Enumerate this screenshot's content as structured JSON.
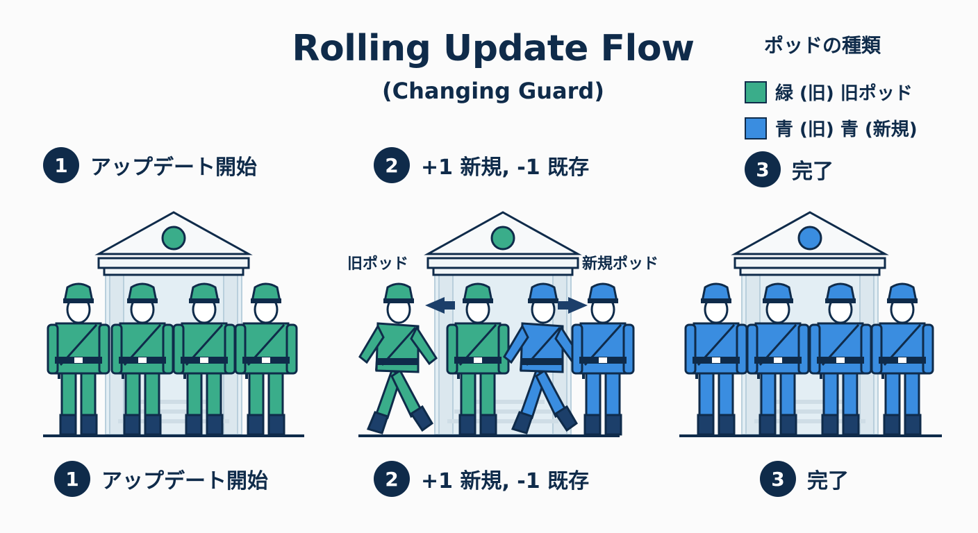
{
  "title": "Rolling Update Flow",
  "subtitle": "(Changing Guard)",
  "legend": {
    "title": "ポッドの種類",
    "items": [
      {
        "label": "緑 (旧) 旧ポッド",
        "color": "#3aad8a"
      },
      {
        "label": "青 (旧) 青 (新規)",
        "color": "#3a8de0"
      }
    ]
  },
  "steps_top": [
    {
      "num": "1",
      "label": "アップデート開始"
    },
    {
      "num": "2",
      "label": "+1 新規, -1 既存"
    },
    {
      "num": "3",
      "label": "完了"
    }
  ],
  "steps_bottom": [
    {
      "num": "1",
      "label": "アップデート開始"
    },
    {
      "num": "2",
      "label": "+1 新規, -1 既存"
    },
    {
      "num": "3",
      "label": "完了"
    }
  ],
  "annotations": {
    "old_pod": "旧ポッド",
    "new_pod": "新規ポッド"
  },
  "colors": {
    "green": "#3aad8a",
    "blue": "#3a8de0",
    "navy": "#0f2b4a",
    "dark_boot": "#1c3f6a",
    "skin": "#ffffff"
  }
}
